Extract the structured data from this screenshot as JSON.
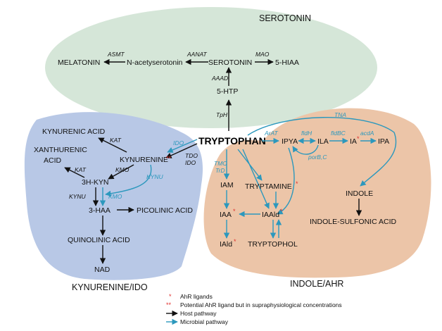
{
  "regions": {
    "serotonin": "SEROTONIN",
    "kynurenine": "KYNURENINE/IDO",
    "indole": "INDOLE/AHR"
  },
  "colors": {
    "serotonin_bg": "#d5e6d8",
    "kynurenine_bg": "#b8c8e6",
    "indole_bg": "#ecc5a8",
    "host_arrow": "#111111",
    "microbial_arrow": "#2c98bd",
    "star": "#e0302d"
  },
  "nodes": {
    "tryptophan": "TRYPTOPHAN",
    "htp": "5-HTP",
    "serotonin": "SEROTONIN",
    "n_acetylserotonin": "N-acetyserotonin",
    "melatonin": "MELATONIN",
    "hiaa": "5-HIAA",
    "kynurenine": "KYNURENINE",
    "kynurenic_acid": "KYNURENIC ACID",
    "xanthurenic_1": "XANTHURENIC",
    "xanthurenic_2": "ACID",
    "hkyn": "3H-KYN",
    "haa": "3-HAA",
    "picolinic": "PICOLINIC ACID",
    "quinolinic": "QUINOLINIC ACID",
    "nad": "NAD",
    "ipya": "IPYA",
    "ila": "ILA",
    "ia": "IA",
    "ipa": "IPA",
    "iam": "IAM",
    "tryptamine": "TRYPTAMINE",
    "iaa": "IAA",
    "iaald": "IAAld",
    "iald": "IAld",
    "tryptophol": "TRYPTOPHOL",
    "indole": "INDOLE",
    "indole_sulfonic": "INDOLE-SULFONIC ACID"
  },
  "enzymes": {
    "asmt": "ASMT",
    "aanat": "AANAT",
    "mao": "MAO",
    "aaad": "AAAD",
    "tph": "TpH",
    "ido": "IDO",
    "tdo": "TDO",
    "ido2": "IDO",
    "kat1": "KAT",
    "kat2": "KAT",
    "kmo1": "KMO",
    "kmo2": "KMO",
    "kynu1": "KYNU",
    "kynu2": "KYNU",
    "tna": "TNA",
    "arat": "ArAT",
    "fldh": "fldH",
    "fldbc": "fldBC",
    "acda": "acdA",
    "porbc": "porB,C",
    "tmo": "TMO",
    "trd": "TrD"
  },
  "stars": {
    "single": "*",
    "double": "**"
  },
  "legend": {
    "ahr_ligands": "AhR ligands",
    "potential": "Potential AhR ligand but in supraphysiological concentrations",
    "host": "Host pathway",
    "microbial": "Microbial pathway"
  }
}
